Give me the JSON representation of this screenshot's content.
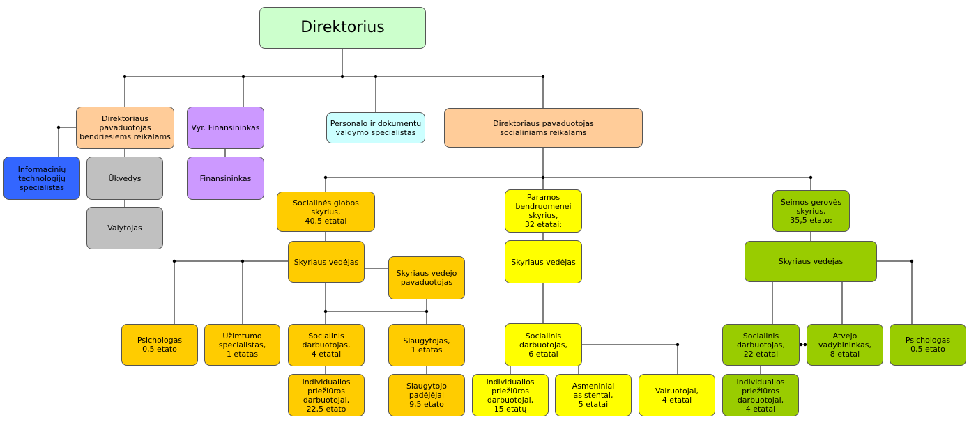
{
  "colors": {
    "green_light": "#ccffcc",
    "peach": "#ffcc99",
    "purple": "#cc99ff",
    "cyan_light": "#ccffff",
    "blue": "#3366ff",
    "gray": "#c0c0c0",
    "orange": "#ffcc00",
    "yellow": "#ffff00",
    "olive_green": "#99cc00"
  },
  "nodes": {
    "director": "Direktorius",
    "deputy_general": "Direktoriaus pavaduotojas\nbendriesiems reikalams",
    "chief_financier": "Vyr. Finansininkas",
    "personnel_specialist": "Personalo ir dokumentų\nvaldymo specialistas",
    "deputy_social": "Direktoriaus pavaduotojas\nsocialiniams reikalams",
    "it_specialist": "Informacinių\ntechnologijų\nspecialistas",
    "ukvedys": "Ūkvedys",
    "valytojas": "Valytojas",
    "financier": "Finansininkas",
    "social_care_dept": "Socialinės globos skyrius,\n40,5 etatai",
    "community_support_dept": "Paramos\nbendruomenei\nskyrius,\n32 etatai:",
    "family_welfare_dept": "Šeimos gerovės\nskyrius,\n35,5 etato:",
    "sg_head": "Skyriaus vedėjas",
    "sg_deputy_head": "Skyriaus vedėjo\npavaduotojas",
    "sg_psychologist": "Psichologas\n0,5 etato",
    "sg_employment": "Užimtumo\nspecialistas,\n1 etatas",
    "sg_social_worker": "Socialinis\ndarbuotojas,\n4 etatai",
    "sg_nurse": "Slaugytojas,\n1 etatas",
    "sg_personal_care": "Individualios\npriežiūros\ndarbuotojai,\n22,5 etato",
    "sg_nurse_assistant": "Slaugytojo\npadėjėjai\n9,5 etato",
    "pb_head": "Skyriaus vedėjas",
    "pb_social_worker": "Socialinis\ndarbuotojas,\n6 etatai",
    "pb_personal_care": "Individualios\npriežiūros\ndarbuotojai,\n15 etatų",
    "pb_assistants": "Asmeniniai\nasistentai,\n5 etatai",
    "pb_drivers": "Vairuotojai,\n4 etatai",
    "sw_head": "Skyriaus vedėjas",
    "sw_social_worker": "Socialinis\ndarbuotojas,\n22 etatai",
    "sw_case_manager": "Atvejo\nvadybininkas,\n8 etatai",
    "sw_psychologist": "Psichologas\n0,5 etato",
    "sw_personal_care": "Individualios\npriežiūros\ndarbuotojai,\n4 etatai"
  }
}
